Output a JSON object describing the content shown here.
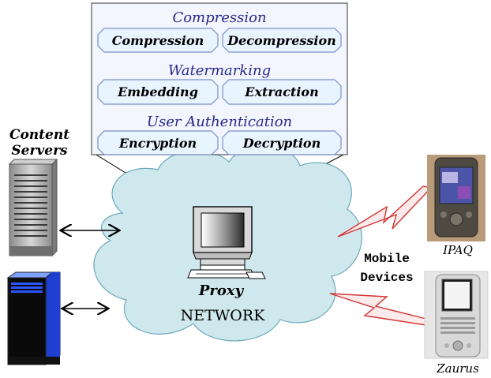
{
  "panel": {
    "groups": [
      {
        "title": "Compression",
        "buttons": [
          "Compression",
          "Decompression"
        ]
      },
      {
        "title": "Watermarking",
        "buttons": [
          "Embedding",
          "Extraction"
        ]
      },
      {
        "title": "User Authentication",
        "buttons": [
          "Encryption",
          "Decryption"
        ]
      }
    ]
  },
  "content_servers": {
    "line1": "Content",
    "line2": "Servers"
  },
  "proxy_label": "Proxy",
  "network_label": "NETWORK",
  "mobile_devices": {
    "line1": "Mobile",
    "line2": "Devices"
  },
  "devices": [
    {
      "name": "IPAQ"
    },
    {
      "name": "Zaurus"
    }
  ],
  "colors": {
    "panel_bg": "#f3f5ff",
    "panel_title": "#2a2a8a",
    "button_bg": "#e8f4ff",
    "button_border": "#7b8fc9",
    "cloud_fill": "#cfe8ee",
    "bolt_fill": "#fdeaea",
    "bolt_stroke": "#d33333",
    "server_blue": "#1f3fd1"
  }
}
